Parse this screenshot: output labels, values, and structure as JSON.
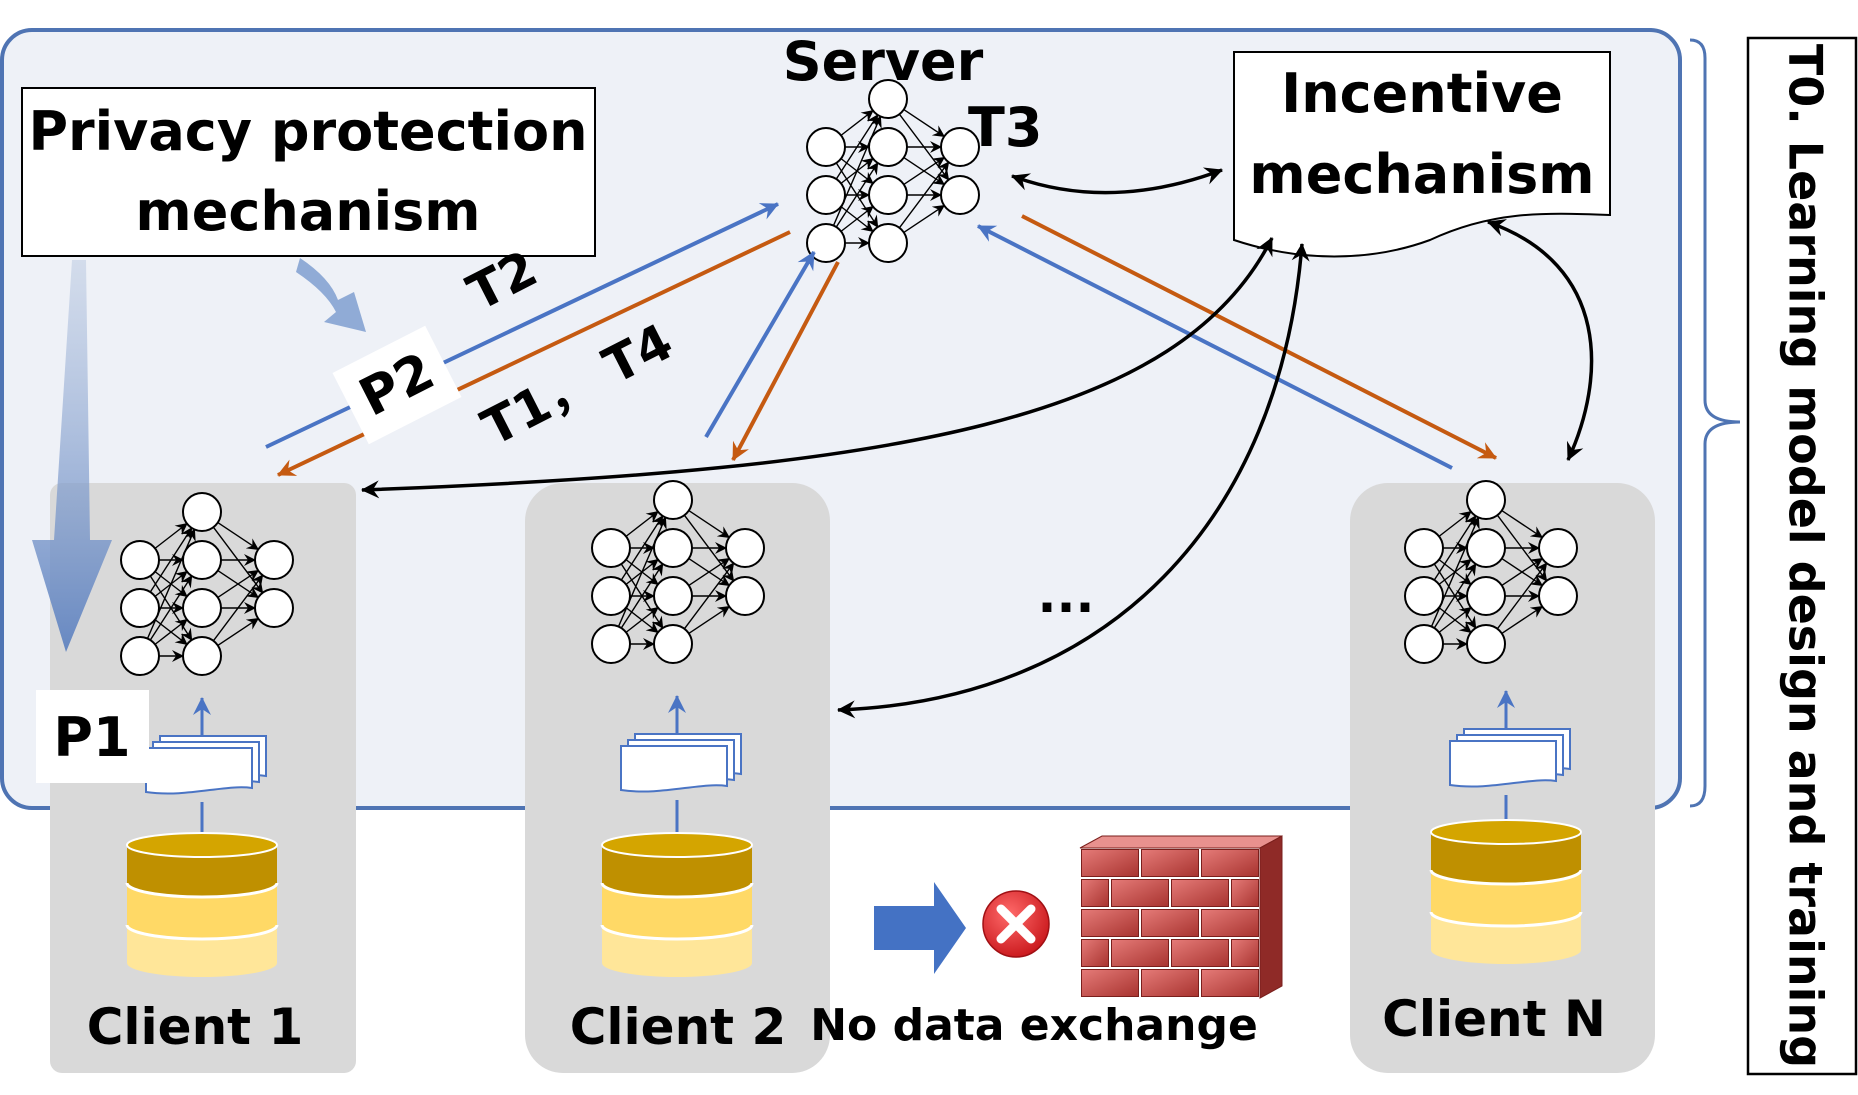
{
  "server": {
    "label": "Server"
  },
  "mechanisms": {
    "privacy": {
      "line1": "Privacy protection",
      "line2": "mechanism"
    },
    "incentive": {
      "line1": "Incentive",
      "line2": "mechanism"
    }
  },
  "tags": {
    "t0": "T0. Learning model design and training",
    "t1_t4": "T1， T4",
    "t2": "T2",
    "t3": "T3",
    "p1": "P1",
    "p2": "P2"
  },
  "clients": [
    {
      "label": "Client 1"
    },
    {
      "label": "Client 2"
    },
    {
      "label": "Client N"
    }
  ],
  "ellipsis": "...",
  "no_exchange": {
    "label": "No data exchange"
  },
  "colors": {
    "panel_fill": "#eef1f7",
    "panel_border": "#4f74b3",
    "client_fill": "#d9d9d9",
    "upload_arrow": "#4a74c4",
    "download_arrow": "#c55a11",
    "db_dark": "#bf9000",
    "db_mid": "#ffd966",
    "db_light": "#ffe699",
    "brick": "#c0504d",
    "stop_red": "#e0262a"
  }
}
